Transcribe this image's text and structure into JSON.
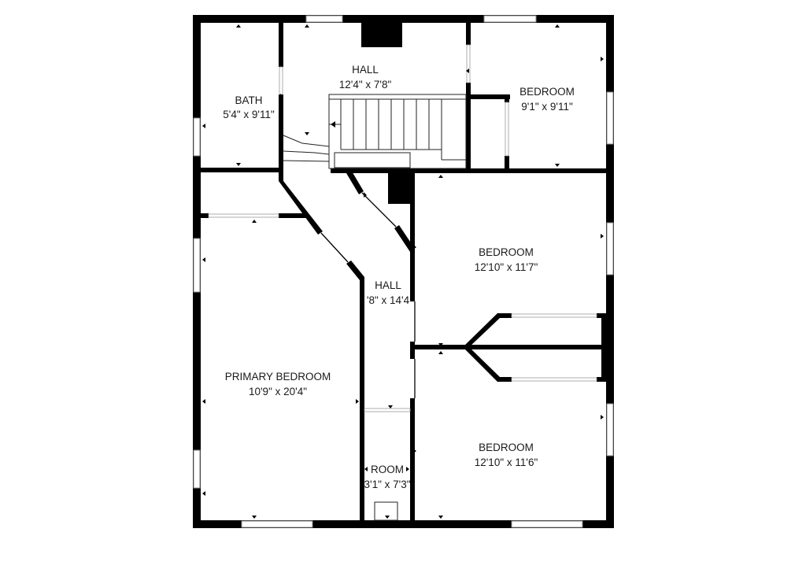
{
  "rooms": {
    "bath": {
      "name": "BATH",
      "size": "5'4\" x 9'11\""
    },
    "hall_top": {
      "name": "HALL",
      "size": "12'4\" x 7'8\""
    },
    "bedroom_top_right": {
      "name": "BEDROOM",
      "size": "9'1\" x 9'11\""
    },
    "bedroom_mid_right": {
      "name": "BEDROOM",
      "size": "12'10\" x 11'7\""
    },
    "hall_center": {
      "name": "HALL",
      "size": "'8\" x 14'4"
    },
    "primary_bedroom": {
      "name": "PRIMARY BEDROOM",
      "size": "10'9\" x 20'4\""
    },
    "room_small": {
      "name": "ROOM",
      "size": "3'1\" x 7'3\""
    },
    "bedroom_bottom_right": {
      "name": "BEDROOM",
      "size": "12'10\" x 11'6\""
    }
  },
  "colors": {
    "wall": "#000000",
    "background": "#ffffff",
    "window_frame": "#8a8a8a"
  }
}
